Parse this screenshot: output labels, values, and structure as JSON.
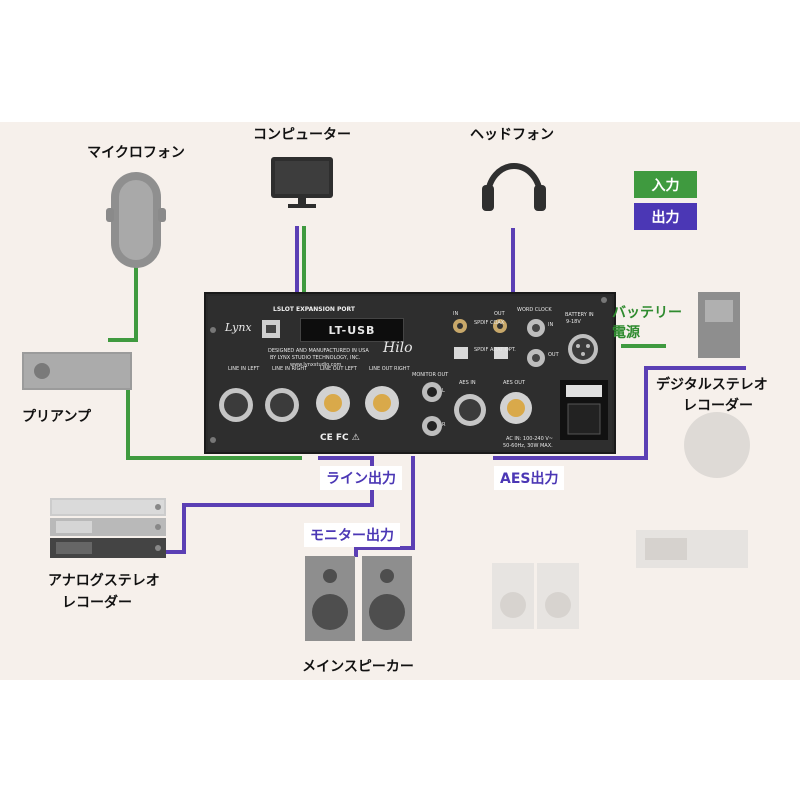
{
  "labels": {
    "microphone": "マイクロフォン",
    "computer": "コンピューター",
    "headphones": "ヘッドフォン",
    "preamp": "プリアンプ",
    "analog_recorder_1": "アナログステレオ",
    "analog_recorder_2": "レコーダー",
    "main_speakers": "メインスピーカー",
    "digital_recorder_1": "デジタルステレオ",
    "digital_recorder_2": "レコーダー"
  },
  "tags": {
    "line_out": "ライン出力",
    "monitor_out": "モニター出力",
    "aes_out": "AES出力",
    "battery": "バッテリー",
    "power": "電源"
  },
  "legend": {
    "input": "入力",
    "output": "出力",
    "input_color": "#3f9a3f",
    "output_color": "#4b37b5"
  },
  "panel": {
    "lslot": "LSLOT EXPANSION PORT",
    "brand": "Lynx",
    "card": "LT-USB",
    "designed1": "DESIGNED AND MANUFACTURED IN USA",
    "designed2": "BY LYNX STUDIO TECHNOLOGY, INC.",
    "website": "www.lynxstudio.com",
    "model": "Hilo",
    "line_in_left": "LINE IN LEFT",
    "line_in_right": "LINE IN RIGHT",
    "line_out_left": "LINE OUT LEFT",
    "line_out_right": "LINE OUT RIGHT",
    "monitor_out": "MONITOR OUT",
    "monitor_l": "L",
    "monitor_r": "R",
    "aes_in": "AES IN",
    "aes_out": "AES OUT",
    "in": "IN",
    "out": "OUT",
    "spdif": "SPDIF COAX",
    "spdif_adat": "SPDIF ADAT OPT.",
    "word_clock": "WORD CLOCK",
    "battery_in": "BATTERY IN",
    "battery_v": "9-18V",
    "marks": "CE FC ⚠",
    "ac1": "AC IN: 100-240 V~",
    "ac2": "50-60Hz, 30W MAX."
  }
}
